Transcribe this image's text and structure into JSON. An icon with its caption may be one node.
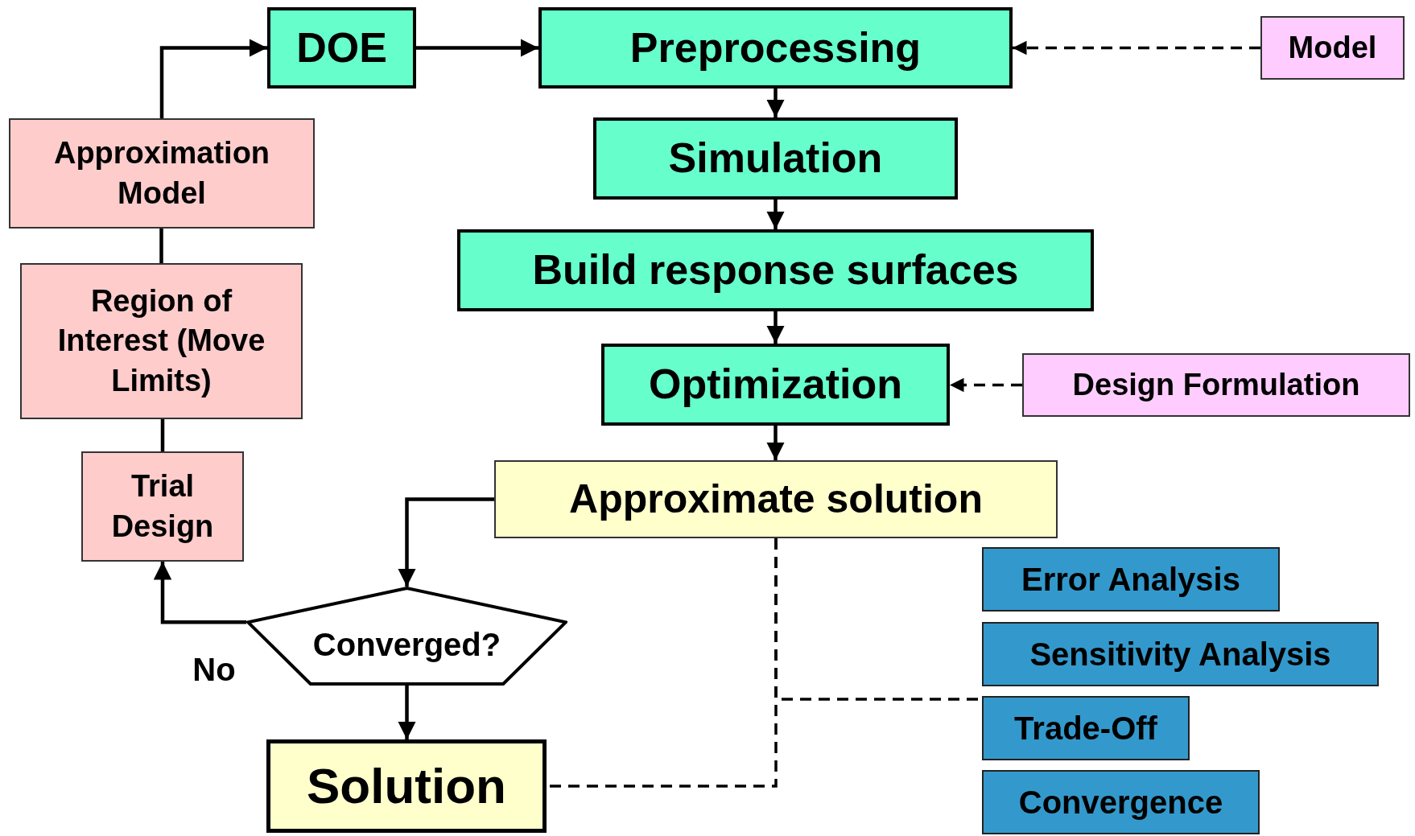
{
  "diagram": {
    "nodes": [
      {
        "text": [
          "DOE"
        ]
      },
      {
        "text": [
          "Preprocessing"
        ]
      },
      {
        "text": [
          "Model"
        ]
      },
      {
        "text": [
          "Approximation Model"
        ]
      },
      {
        "text": [
          "Simulation"
        ]
      },
      {
        "text": [
          "Build response surfaces"
        ]
      },
      {
        "text": [
          "Region of Interest (Move Limits)"
        ]
      },
      {
        "text": [
          "Optimization"
        ]
      },
      {
        "text": [
          "Design Formulation"
        ]
      },
      {
        "text": [
          "Trial Design"
        ]
      },
      {
        "text": [
          "Approximate solution"
        ]
      },
      {
        "text": [
          "Error Analysis"
        ]
      },
      {
        "text": [
          "Converged?"
        ]
      },
      {
        "text": [
          "Sensitivity Analysis"
        ]
      },
      {
        "text": [
          "Trade-Off"
        ]
      },
      {
        "text": [
          "Solution"
        ]
      },
      {
        "text": [
          "Convergence"
        ]
      }
    ],
    "edges": [
      {
        "from": 0,
        "to": 1,
        "arrow": "to"
      },
      {
        "from": 2,
        "to": 1,
        "arrow": "to",
        "style": "dashed"
      },
      {
        "from": 1,
        "to": 4,
        "arrow": "to"
      },
      {
        "from": 4,
        "to": 5,
        "arrow": "to"
      },
      {
        "from": 5,
        "to": 7,
        "arrow": "to"
      },
      {
        "from": 7,
        "to": 10,
        "arrow": "to"
      },
      {
        "from": 8,
        "to": 7,
        "arrow": "to",
        "style": "dashed"
      },
      {
        "from": 10,
        "to": 12,
        "arrow": "to"
      },
      {
        "from": 12,
        "to": 15,
        "arrow": "to"
      },
      {
        "from": 12,
        "to": 9,
        "arrow": "to",
        "label": "No"
      },
      {
        "from": 9,
        "to": 6,
        "arrow": "none"
      },
      {
        "from": 6,
        "to": 3,
        "arrow": "none"
      },
      {
        "from": 3,
        "to": 0,
        "arrow": "to"
      },
      {
        "from": 10,
        "to": 15,
        "arrow": "none",
        "style": "dashed"
      },
      {
        "from": 10,
        "to": 14,
        "arrow": "none",
        "style": "dashed"
      }
    ]
  }
}
